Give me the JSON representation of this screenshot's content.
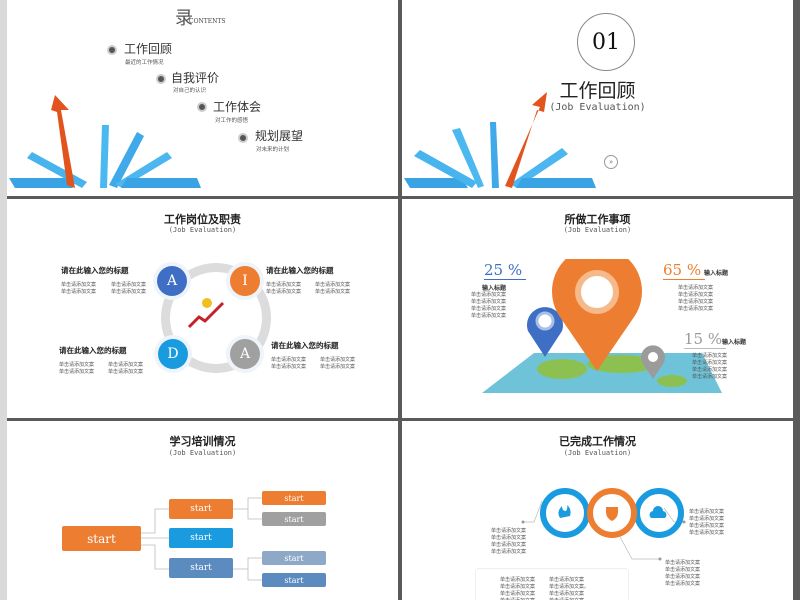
{
  "colors": {
    "orange": "#ed7d31",
    "blue": "#1a9be0",
    "darkblue": "#3f6fc4",
    "gray": "#a0a0a0",
    "steel": "#5b8bbf",
    "lightsteel": "#8ea9c8"
  },
  "slide1": {
    "title_char": "录",
    "contents": "CONTENTS",
    "items": [
      {
        "title": "工作回顾",
        "sub": "最近的工作情况"
      },
      {
        "title": "自我评价",
        "sub": "对自己的认识"
      },
      {
        "title": "工作体会",
        "sub": "对工作的感悟"
      },
      {
        "title": "规划展望",
        "sub": "对未来的计划"
      }
    ]
  },
  "slide2": {
    "number": "01",
    "title": "工作回顾",
    "subtitle": "(Job Evaluation)",
    "icon": "chevron-double-down-icon"
  },
  "slide3": {
    "title": "工作岗位及职责",
    "subtitle": "(Job Evaluation)",
    "letters": [
      "A",
      "I",
      "D",
      "A"
    ],
    "block_title": "请在此输入您的标题",
    "line": "单击请添加文案"
  },
  "slide4": {
    "title": "所做工作事项",
    "subtitle": "(Job Evaluation)",
    "stats": [
      {
        "value": "25 %",
        "label": "输入标题"
      },
      {
        "value": "65 %",
        "label": "输入标题"
      },
      {
        "value": "15 %",
        "label": "输入标题"
      }
    ],
    "line": "单击请添加文案"
  },
  "slide5": {
    "title": "学习培训情况",
    "subtitle": "(Job Evaluation)",
    "node": "start"
  },
  "slide6": {
    "title": "已完成工作情况",
    "subtitle": "(Job Evaluation)",
    "line": "单击请添加文案",
    "line_alt": "单击请添加文案。"
  }
}
